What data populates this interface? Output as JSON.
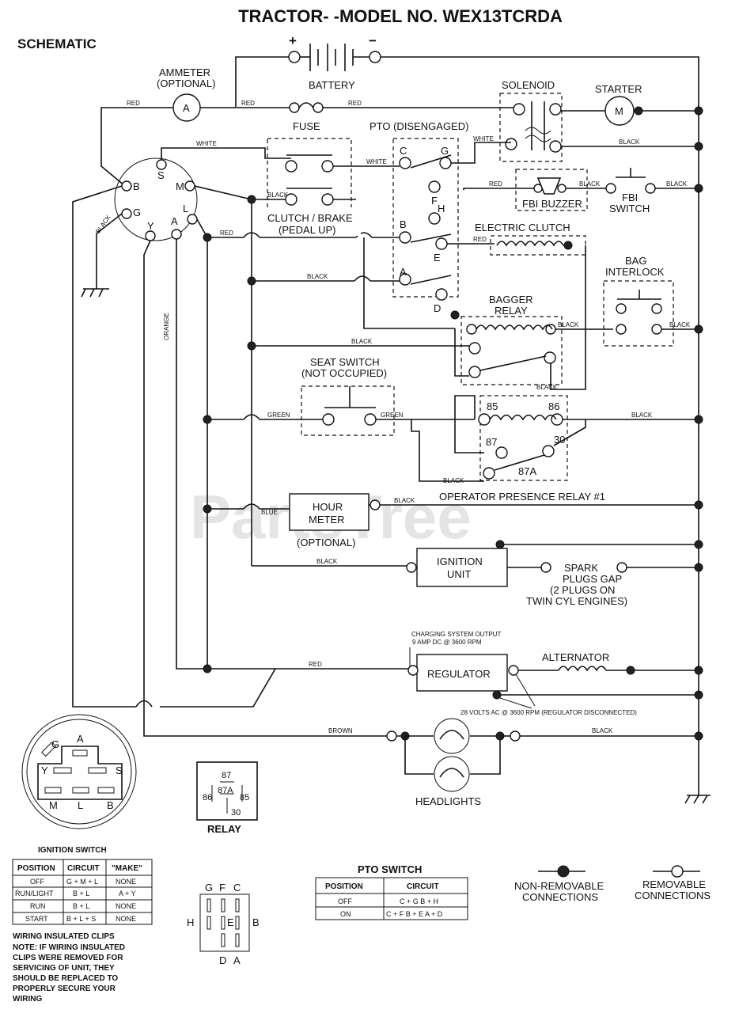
{
  "title": "TRACTOR- -MODEL NO. WEX13TCRDA",
  "subtitle": "SCHEMATIC",
  "watermark": "PartsTree",
  "components": {
    "battery": "BATTERY",
    "battery_plus": "+",
    "battery_minus": "−",
    "ammeter": "AMMETER",
    "ammeter_opt": "(OPTIONAL)",
    "ammeter_symbol": "A",
    "fuse": "FUSE",
    "solenoid": "SOLENOID",
    "starter": "STARTER",
    "starter_symbol": "M",
    "pto": "PTO (DISENGAGED)",
    "fbi_buzzer": "FBI BUZZER",
    "fbi_switch_1": "FBI",
    "fbi_switch_2": "SWITCH",
    "clutch_brake_1": "CLUTCH / BRAKE",
    "clutch_brake_2": "(PEDAL UP)",
    "electric_clutch": "ELECTRIC CLUTCH",
    "bag_interlock_1": "BAG",
    "bag_interlock_2": "INTERLOCK",
    "bagger_relay_1": "BAGGER",
    "bagger_relay_2": "RELAY",
    "seat_switch_1": "SEAT SWITCH",
    "seat_switch_2": "(NOT OCCUPIED)",
    "relay_85": "85",
    "relay_86": "86",
    "relay_87": "87",
    "relay_30": "30",
    "relay_87a": "87A",
    "operator_relay": "OPERATOR PRESENCE RELAY #1",
    "hour_meter_1": "HOUR",
    "hour_meter_2": "METER",
    "hour_meter_opt": "(OPTIONAL)",
    "ignition_unit_1": "IGNITION",
    "ignition_unit_2": "UNIT",
    "spark_1": "SPARK",
    "spark_2": "PLUGS GAP",
    "spark_3": "(2 PLUGS ON",
    "spark_4": "TWIN CYL  ENGINES)",
    "charging_1": "CHARGING SYSTEM OUTPUT",
    "charging_2": "9 AMP DC @ 3600 RPM",
    "regulator": "REGULATOR",
    "alternator": "ALTERNATOR",
    "ac_note": "28 VOLTS AC @ 3600 RPM (REGULATOR DISCONNECTED)",
    "headlights": "HEADLIGHTS",
    "relay_label": "RELAY"
  },
  "terminals": {
    "ign_s": "S",
    "ign_m": "M",
    "ign_b": "B",
    "ign_g": "G",
    "ign_l": "L",
    "ign_a": "A",
    "ign_y": "Y",
    "pto_c": "C",
    "pto_g": "G",
    "pto_f": "F",
    "pto_h": "H",
    "pto_b": "B",
    "pto_e": "E",
    "pto_a": "A",
    "pto_d": "D"
  },
  "wires": {
    "red": "RED",
    "white": "WHITE",
    "black": "BLACK",
    "orange": "ORANGE",
    "green": "GREEN",
    "blue": "BLUE",
    "brown": "BROWN"
  },
  "ignition_switch": {
    "title": "IGNITION SWITCH",
    "headers": [
      "POSITION",
      "CIRCUIT",
      "\"MAKE\""
    ],
    "rows": [
      [
        "OFF",
        "G + M + L",
        "NONE"
      ],
      [
        "RUN/LIGHT",
        "B + L",
        "A + Y"
      ],
      [
        "RUN",
        "B + L",
        "NONE"
      ],
      [
        "START",
        "B + L + S",
        "NONE"
      ]
    ],
    "diagram_labels": {
      "a": "A",
      "g": "G",
      "y": "Y",
      "s": "S",
      "m": "M",
      "l": "L",
      "b": "B"
    }
  },
  "pto_switch": {
    "title": "PTO SWITCH",
    "headers": [
      "POSITION",
      "CIRCUIT"
    ],
    "rows": [
      [
        "OFF",
        "C + G  B + H"
      ],
      [
        "ON",
        "C + F  B + E  A + D"
      ]
    ],
    "diagram_labels": {
      "g": "G",
      "f": "F",
      "c": "C",
      "h": "H",
      "e": "E",
      "b": "B",
      "d": "D",
      "a": "A"
    }
  },
  "relay_small": {
    "l87": "87",
    "l87a": "87A",
    "l86": "86",
    "l85": "85",
    "l30": "30"
  },
  "legend": {
    "non_removable_1": "NON-REMOVABLE",
    "non_removable_2": "CONNECTIONS",
    "removable_1": "REMOVABLE",
    "removable_2": "CONNECTIONS"
  },
  "note": {
    "title": "WIRING INSULATED CLIPS",
    "lines": [
      "NOTE: IF WIRING INSULATED",
      "CLIPS WERE REMOVED FOR",
      "SERVICING OF UNIT, THEY",
      "SHOULD BE REPLACED TO",
      "PROPERLY SECURE YOUR",
      "WIRING"
    ]
  }
}
